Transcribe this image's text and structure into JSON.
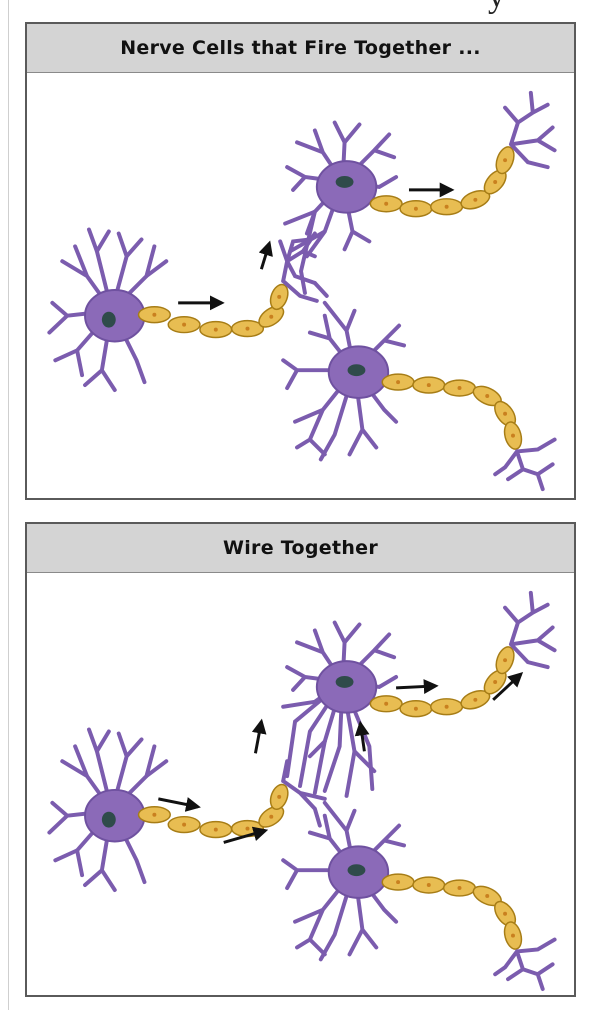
{
  "page": {
    "top_fragment": "y"
  },
  "panels": [
    {
      "title": "Nerve Cells that Fire Together ..."
    },
    {
      "title": "Wire Together"
    }
  ],
  "colors": {
    "neuron": "#8b6ab8",
    "neuron_outline": "#6f51a0",
    "nucleus": "#2f4b4a",
    "myelin": "#e8bd52",
    "myelin_outline": "#a77d16",
    "node_dot": "#c9801f",
    "arrow": "#111111",
    "header_bg": "#d4d4d4",
    "border": "#5a5a5a"
  },
  "icons": [
    "signal-arrow-icon",
    "neuron-illustration"
  ]
}
